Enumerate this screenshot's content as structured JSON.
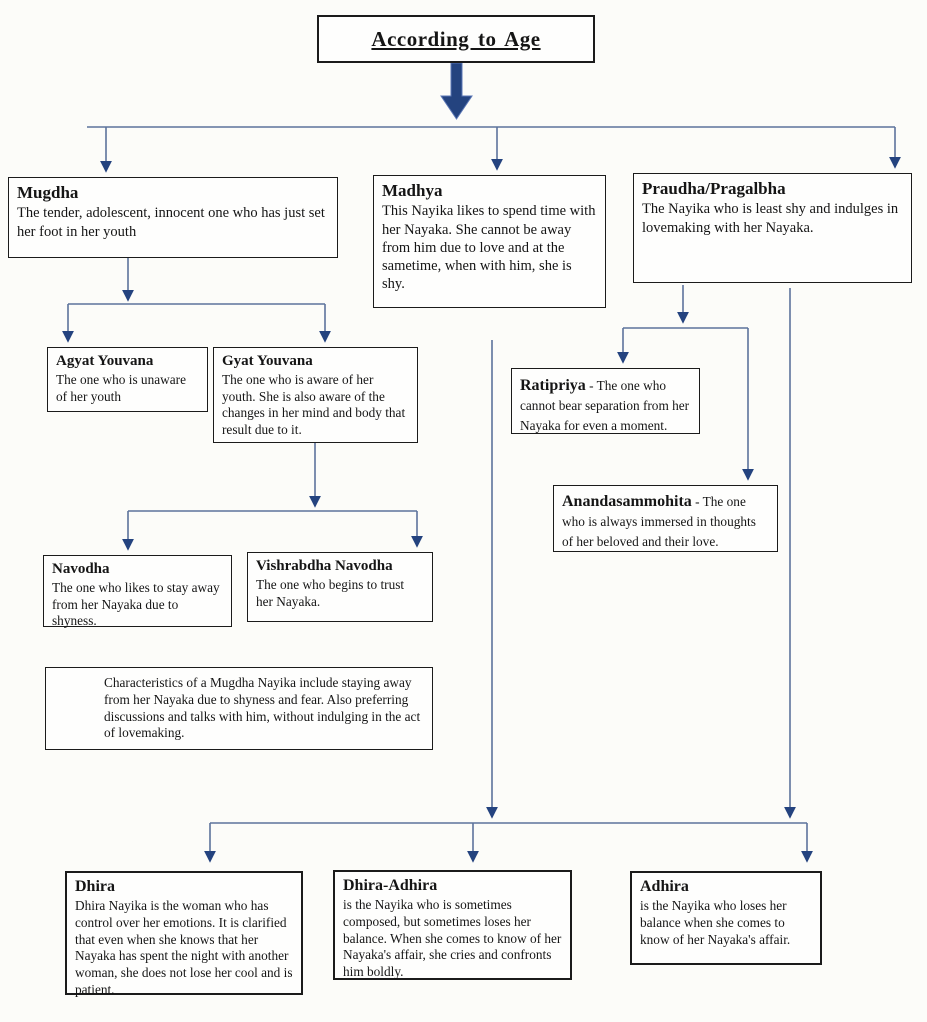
{
  "page": {
    "title": "According to Age"
  },
  "colors": {
    "connector_line": "#5d739c",
    "arrowhead": "#24437f",
    "thick_arrow": "#24437f",
    "box_border": "#1b1b1b",
    "background": "#fcfcf9"
  },
  "nodes": {
    "mugdha": {
      "title": "Mugdha",
      "body": "The tender, adolescent, innocent one who has just set her foot in her youth"
    },
    "madhya": {
      "title": "Madhya",
      "body": "This Nayika likes to spend time with her Nayaka. She cannot be away from him due to love and at the sametime, when with him, she is shy."
    },
    "praudha": {
      "title": "Praudha/Pragalbha",
      "body": "The Nayika who is least shy and indulges in lovemaking with her Nayaka."
    },
    "agyat_youvana": {
      "title": "Agyat Youvana",
      "body": "The one who is unaware of her youth"
    },
    "gyat_youvana": {
      "title": "Gyat Youvana",
      "body": "The one who is aware of her youth. She is also aware of the changes in her mind and body that result due to it."
    },
    "ratipriya": {
      "title": "Ratipriya",
      "dash": " - ",
      "body": "The one who cannot bear separation from her Nayaka for even a moment."
    },
    "anandasammohita": {
      "title": "Anandasammohita",
      "dash": " - ",
      "body": "The one who is always immersed in thoughts of her beloved and their love."
    },
    "navodha": {
      "title": "Navodha",
      "body": "The one who likes to stay away from her Nayaka due to shyness."
    },
    "vishrabdha_navodha": {
      "title": "Vishrabdha Navodha",
      "body": "The one who begins to trust her Nayaka."
    },
    "mugdha_characteristics": {
      "body": "Characteristics of a Mugdha Nayika include staying away from her Nayaka due to shyness and fear. Also preferring discussions and talks with him, without indulging in the act of lovemaking."
    },
    "dhira": {
      "title": "Dhira",
      "body": "Dhira Nayika is the woman who has control over her emotions. It is clarified that even when she knows that her Nayaka has spent the night with another woman, she does not lose her cool and is patient."
    },
    "dhira_adhira": {
      "title": "Dhira-Adhira",
      "body": "is the Nayika who is sometimes composed, but sometimes loses her balance. When she comes to know of her Nayaka's affair, she cries and confronts him boldly."
    },
    "adhira": {
      "title": "Adhira",
      "body": "is the Nayika who loses her balance when she comes to know of her Nayaka's affair."
    }
  }
}
